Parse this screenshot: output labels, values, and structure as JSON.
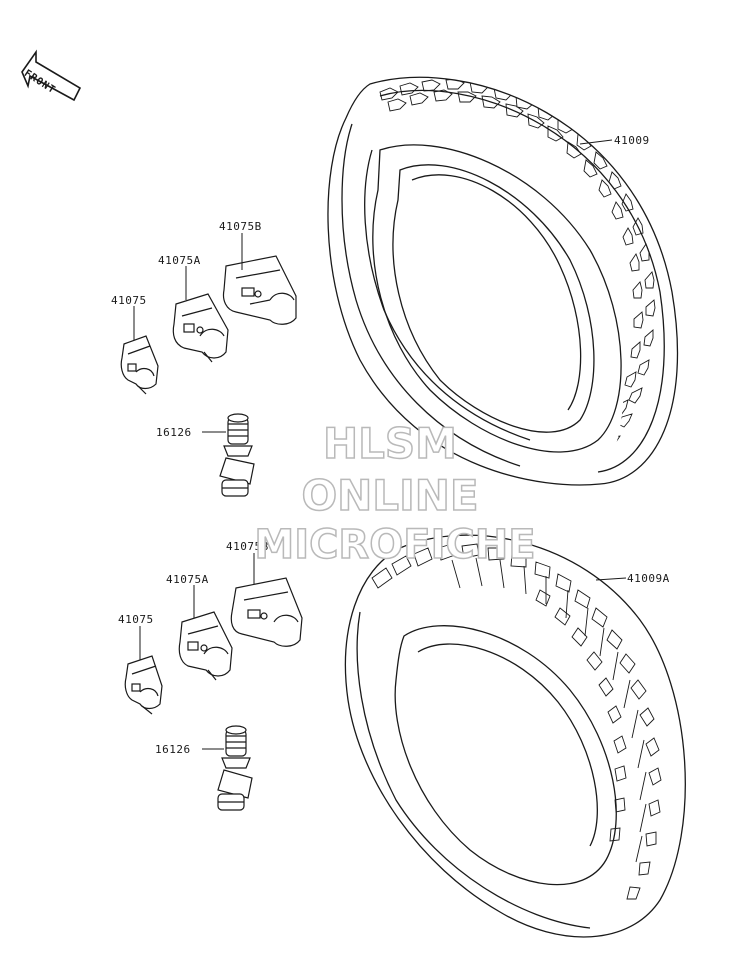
{
  "front_arrow": {
    "label": "FRONT"
  },
  "parts": {
    "tire_front": "41009",
    "tire_rear": "41009A",
    "upper_weight_b": "41075B",
    "upper_weight_a": "41075A",
    "upper_weight": "41075",
    "upper_valve": "16126",
    "lower_weight_b": "41075B",
    "lower_weight_a": "41075A",
    "lower_weight": "41075",
    "lower_valve": "16126"
  },
  "watermark": {
    "line1": "HLSM",
    "line2": "ONLINE",
    "line3": "MICROFICHE"
  }
}
